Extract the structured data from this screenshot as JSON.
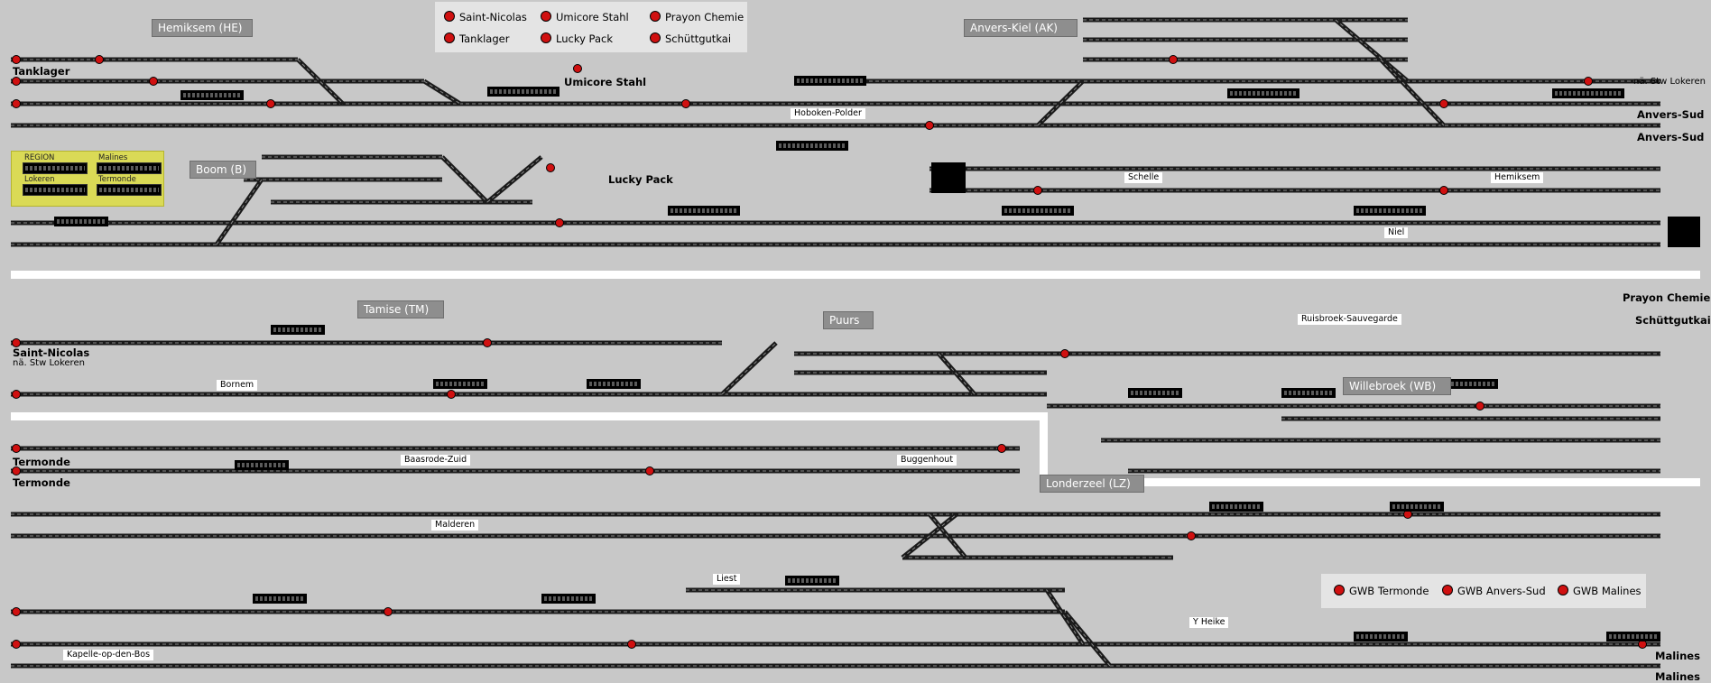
{
  "colors": {
    "background": "#c8c8c8",
    "track": "#1a1a1a",
    "signal_red": "#d01010",
    "signal_green": "#2fa52f",
    "region_yellow": "#dada56"
  },
  "area_tags": [
    {
      "id": "he",
      "text": "Hemiksem (HE)"
    },
    {
      "id": "ak",
      "text": "Anvers-Kiel (AK)"
    },
    {
      "id": "b",
      "text": "Boom (B)"
    },
    {
      "id": "tm",
      "text": "Tamise (TM)"
    },
    {
      "id": "puurs",
      "text": "Puurs"
    },
    {
      "id": "wb",
      "text": "Willebroek (WB)"
    },
    {
      "id": "lz",
      "text": "Londerzeel (LZ)"
    }
  ],
  "legend_top": [
    {
      "id": "sn",
      "text": "Saint-Nicolas"
    },
    {
      "id": "us",
      "text": "Umicore Stahl"
    },
    {
      "id": "pc",
      "text": "Prayon Chemie"
    },
    {
      "id": "tl",
      "text": "Tanklager"
    },
    {
      "id": "lp",
      "text": "Lucky Pack"
    },
    {
      "id": "sg",
      "text": "Schüttgutkai"
    }
  ],
  "legend_bottom": [
    {
      "id": "gt",
      "text": "GWB Termonde"
    },
    {
      "id": "ga",
      "text": "GWB Anvers-Sud"
    },
    {
      "id": "gm",
      "text": "GWB Malines"
    }
  ],
  "region_panel": {
    "region": "REGION",
    "malines": "Malines",
    "lokeren": "Lokeren",
    "termonde": "Termonde"
  },
  "place_labels": [
    {
      "id": "tanklager",
      "text": "Tanklager",
      "bold": true
    },
    {
      "id": "umicore",
      "text": "Umicore Stahl",
      "bold": true
    },
    {
      "id": "lucky",
      "text": "Lucky Pack",
      "bold": true
    },
    {
      "id": "nastw1",
      "text": "nä. Stw Lokeren",
      "bold": false
    },
    {
      "id": "anvsud1",
      "text": "Anvers-Sud",
      "bold": true
    },
    {
      "id": "anvsud2",
      "text": "Anvers-Sud",
      "bold": true
    },
    {
      "id": "prayon",
      "text": "Prayon Chemie",
      "bold": true
    },
    {
      "id": "schutt",
      "text": "Schüttgutkai",
      "bold": true
    },
    {
      "id": "stnic",
      "text": "Saint-Nicolas",
      "bold": true
    },
    {
      "id": "nastw2",
      "text": "nä. Stw Lokeren",
      "bold": false
    },
    {
      "id": "term1",
      "text": "Termonde",
      "bold": true
    },
    {
      "id": "term2",
      "text": "Termonde",
      "bold": true
    },
    {
      "id": "mal1",
      "text": "Malines",
      "bold": true
    },
    {
      "id": "mal2",
      "text": "Malines",
      "bold": true
    }
  ],
  "stations": [
    {
      "id": "hobo",
      "text": "Hoboken-Polder"
    },
    {
      "id": "schelle",
      "text": "Schelle"
    },
    {
      "id": "hemiksem",
      "text": "Hemiksem"
    },
    {
      "id": "niel",
      "text": "Niel"
    },
    {
      "id": "bornem",
      "text": "Bornem"
    },
    {
      "id": "ruis",
      "text": "Ruisbroek-Sauvegarde"
    },
    {
      "id": "baas",
      "text": "Baasrode-Zuid"
    },
    {
      "id": "bugg",
      "text": "Buggenhout"
    },
    {
      "id": "mald",
      "text": "Malderen"
    },
    {
      "id": "liest",
      "text": "Liest"
    },
    {
      "id": "yheike",
      "text": "Y Heike"
    },
    {
      "id": "kapelle",
      "text": "Kapelle-op-den-Bos"
    }
  ]
}
